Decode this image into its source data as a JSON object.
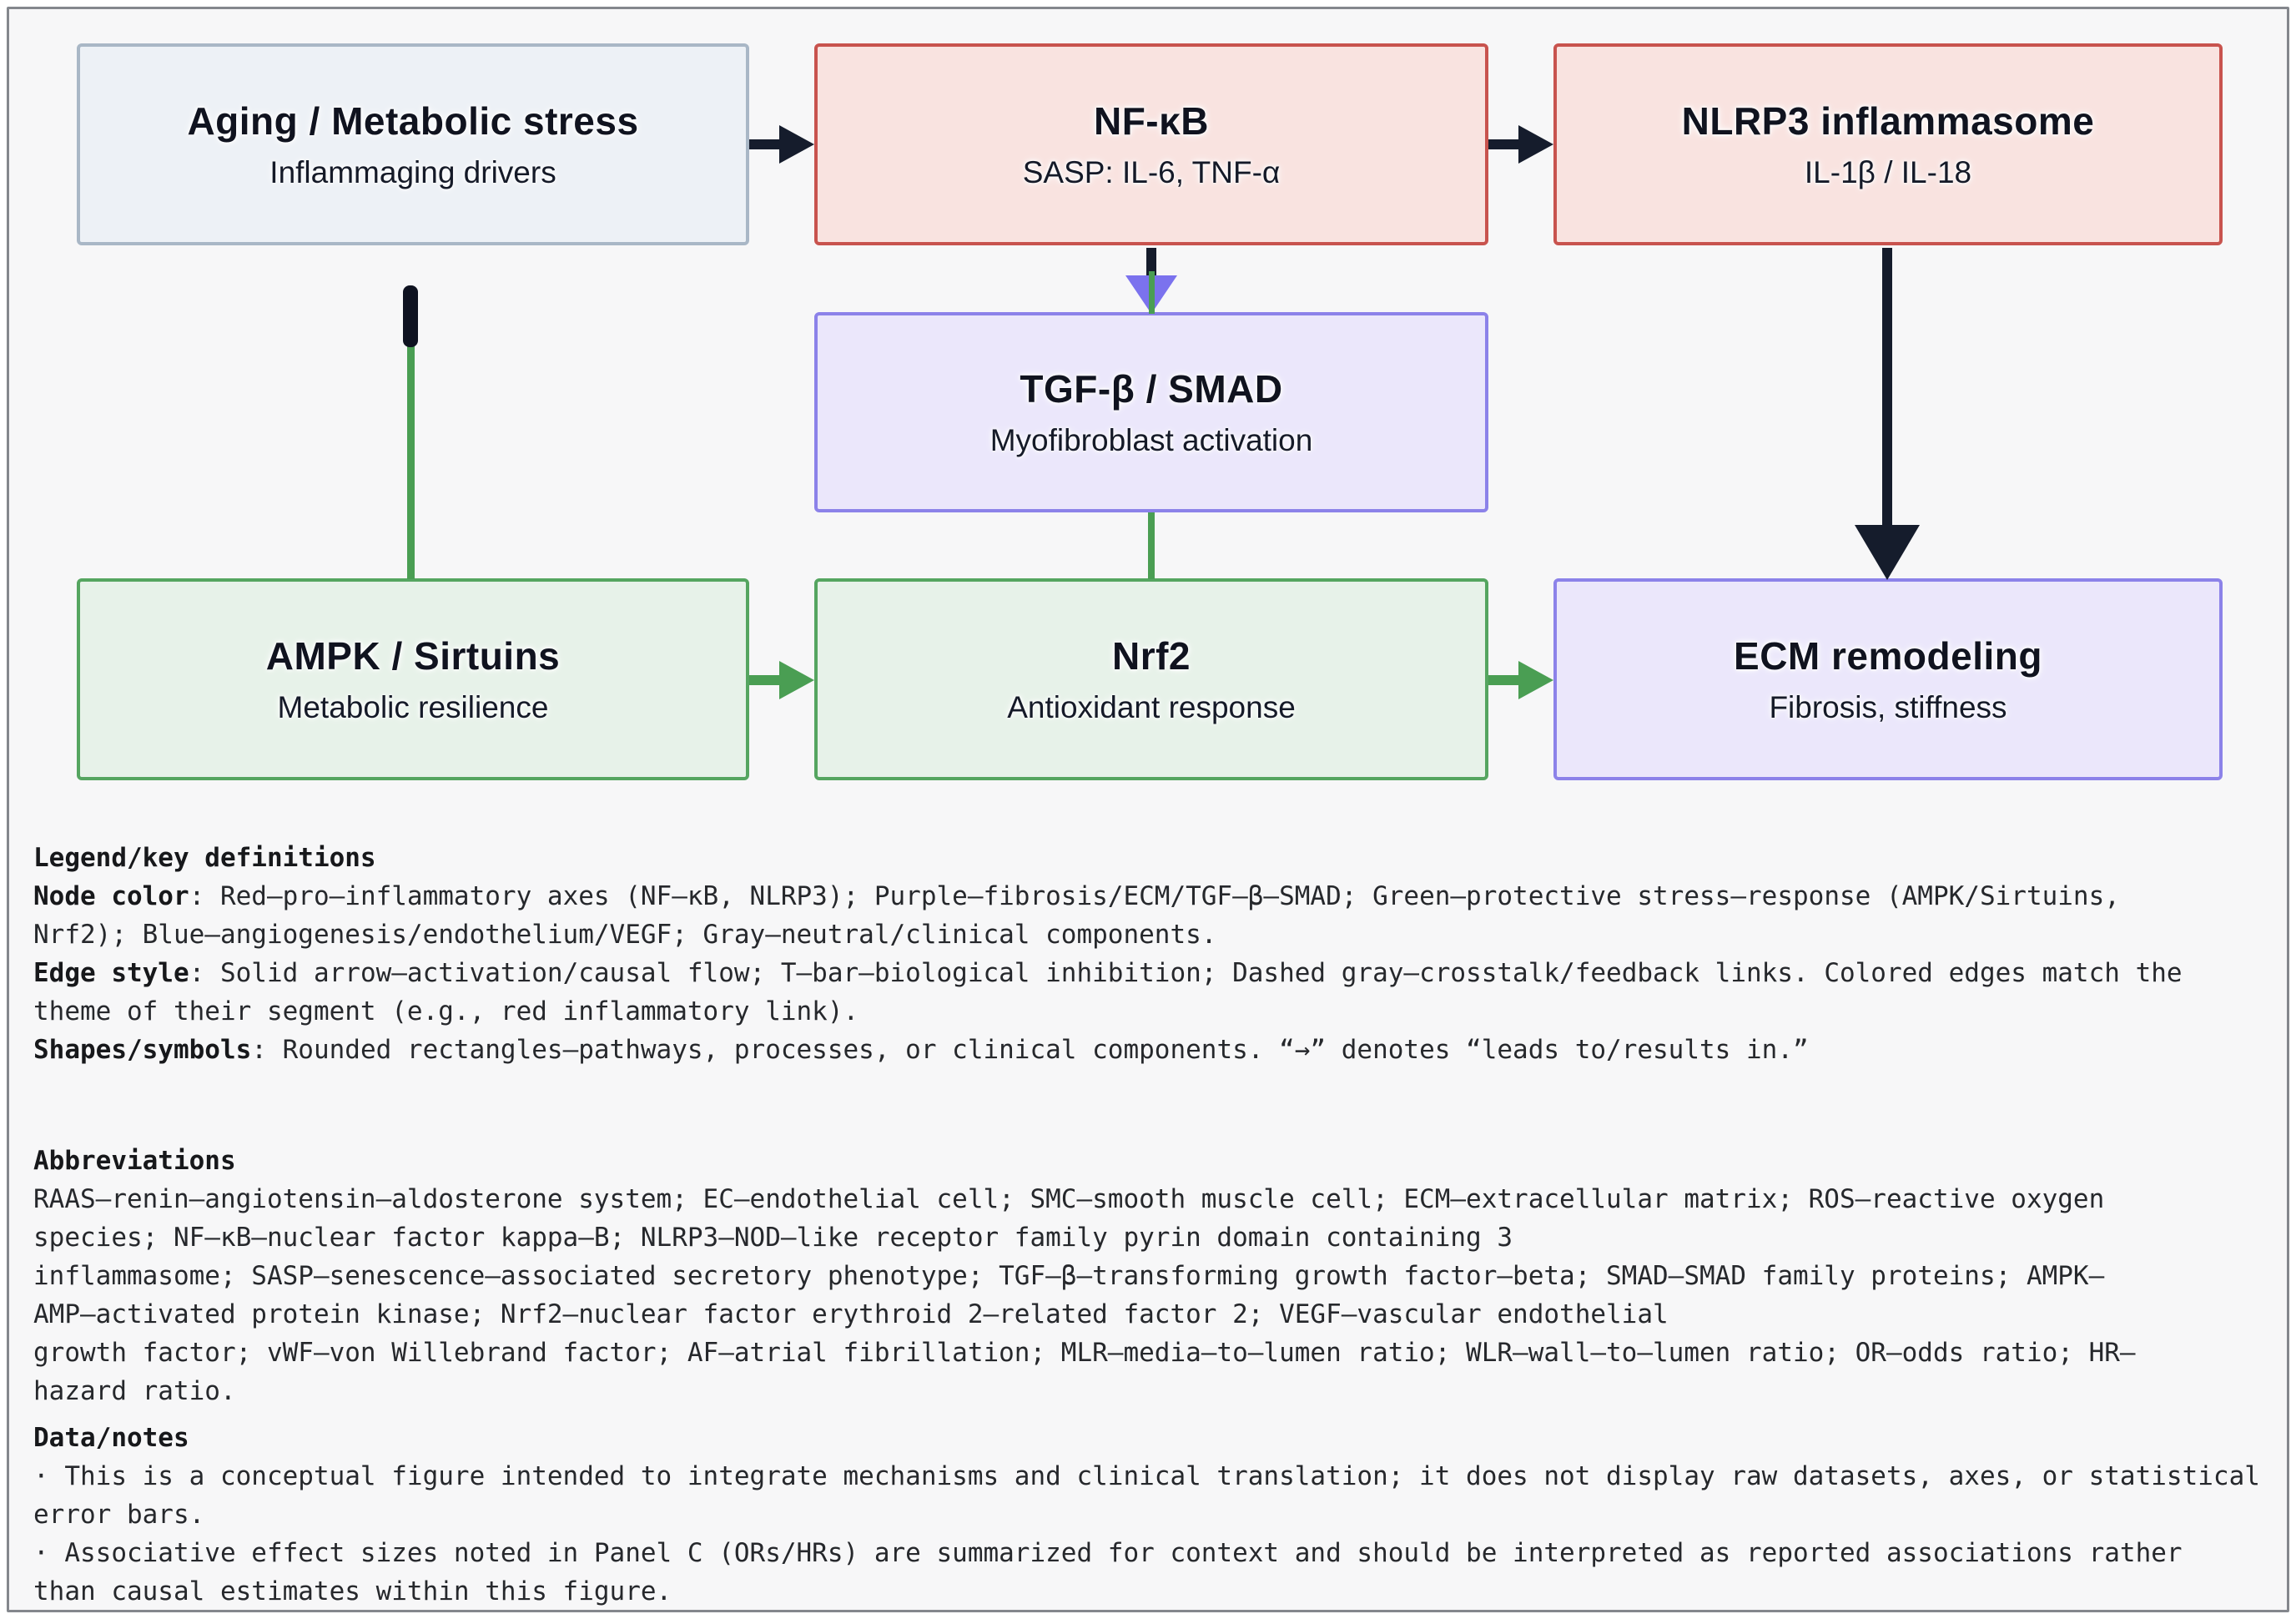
{
  "figure": {
    "nodes": {
      "aging": {
        "title": "Aging / Metabolic stress",
        "subtitle": "Inflammaging drivers",
        "theme": "gray"
      },
      "nfkb": {
        "title": "NF-κB",
        "subtitle": "SASP: IL-6, TNF-α",
        "theme": "red"
      },
      "nlrp3": {
        "title": "NLRP3 inflammasome",
        "subtitle": "IL-1β / IL-18",
        "theme": "red"
      },
      "tgfb": {
        "title": "TGF-β / SMAD",
        "subtitle": "Myofibroblast activation",
        "theme": "purple"
      },
      "ampk": {
        "title": "AMPK / Sirtuins",
        "subtitle": "Metabolic resilience",
        "theme": "green"
      },
      "nrf2": {
        "title": "Nrf2",
        "subtitle": "Antioxidant response",
        "theme": "green"
      },
      "ecm": {
        "title": "ECM remodeling",
        "subtitle": "Fibrosis, stiffness",
        "theme": "purple"
      }
    },
    "edges": [
      {
        "from": "aging",
        "to": "nfkb",
        "style": "solid-arrow",
        "color": "#151c2c"
      },
      {
        "from": "nfkb",
        "to": "nlrp3",
        "style": "solid-arrow",
        "color": "#151c2c"
      },
      {
        "from": "nfkb",
        "to": "tgfb",
        "style": "solid-arrow-purple-head-green-line",
        "color": "#7b72ee"
      },
      {
        "from": "nlrp3",
        "to": "ecm",
        "style": "solid-arrow",
        "color": "#151c2c"
      },
      {
        "from": "aging",
        "to": "ampk",
        "style": "t-bar-inhibition",
        "color": "#4a9e53"
      },
      {
        "from": "tgfb",
        "to": "nrf2",
        "style": "plain-line",
        "color": "#4a9e53"
      },
      {
        "from": "ampk",
        "to": "nrf2",
        "style": "solid-arrow",
        "color": "#4a9e53"
      },
      {
        "from": "nrf2",
        "to": "ecm",
        "style": "solid-arrow",
        "color": "#4a9e53"
      }
    ],
    "colors": {
      "red_fill": "#f9e3e0",
      "red_border": "#c8534e",
      "green_fill": "#e7f2e9",
      "green_border": "#55a560",
      "purple_fill": "#ebe7fb",
      "purple_border": "#8c82e9",
      "gray_fill": "#edf1f6",
      "gray_border": "#a9b7c6",
      "black_edge": "#151c2c",
      "green_edge": "#4a9e53",
      "purple_head": "#7b72ee",
      "background": "#f7f7f8"
    }
  },
  "legend": {
    "heading": "Legend/key definitions",
    "lines": [
      {
        "label": "Node color",
        "text": ": Red—pro—inflammatory axes (NF—κB, NLRP3); Purple—fibrosis/ECM/TGF—β—SMAD; Green—protective stress—response (AMPK/Sirtuins,"
      },
      {
        "label": "",
        "text": "Nrf2); Blue—angiogenesis/endothelium/VEGF; Gray—neutral/clinical components."
      },
      {
        "label": "Edge style",
        "text": ": Solid arrow—activation/causal flow; T—bar—biological inhibition; Dashed gray—crosstalk/feedback links. Colored edges match the"
      },
      {
        "label": "",
        "text": "theme of their segment (e.g., red inflammatory link)."
      },
      {
        "label": "Shapes/symbols",
        "text": ": Rounded rectangles—pathways, processes, or clinical components. “→” denotes “leads to/results in.”"
      }
    ]
  },
  "abbreviations": {
    "heading": "Abbreviations",
    "lines": [
      {
        "label": "",
        "text": "RAAS—renin—angiotensin—aldosterone system; EC—endothelial cell; SMC—smooth muscle cell; ECM—extracellular matrix; ROS—reactive oxygen"
      },
      {
        "label": "",
        "text": "species; NF—κB—nuclear factor kappa—B; NLRP3—NOD—like receptor family pyrin domain containing 3"
      },
      {
        "label": "",
        "text": "inflammasome; SASP—senescence—associated secretory phenotype; TGF—β—transforming growth factor—beta; SMAD—SMAD family proteins; AMPK—"
      },
      {
        "label": "",
        "text": "AMP—activated protein kinase; Nrf2—nuclear factor erythroid 2—related factor 2; VEGF—vascular endothelial"
      },
      {
        "label": "",
        "text": "growth factor; vWF—von Willebrand factor; AF—atrial fibrillation; MLR—media—to—lumen ratio; WLR—wall—to—lumen ratio; OR—odds ratio; HR—"
      },
      {
        "label": "",
        "text": "hazard ratio."
      }
    ]
  },
  "notes": {
    "heading": "Data/notes",
    "lines": [
      {
        "label": "",
        "text": "· This is a conceptual figure intended to integrate mechanisms and clinical translation; it does not display raw datasets, axes, or statistical"
      },
      {
        "label": "",
        "text": "error bars."
      },
      {
        "label": "",
        "text": "· Associative effect sizes noted in Panel C (ORs/HRs) are summarized for context and should be interpreted as reported associations rather"
      },
      {
        "label": "",
        "text": "than causal estimates within this figure."
      }
    ]
  }
}
